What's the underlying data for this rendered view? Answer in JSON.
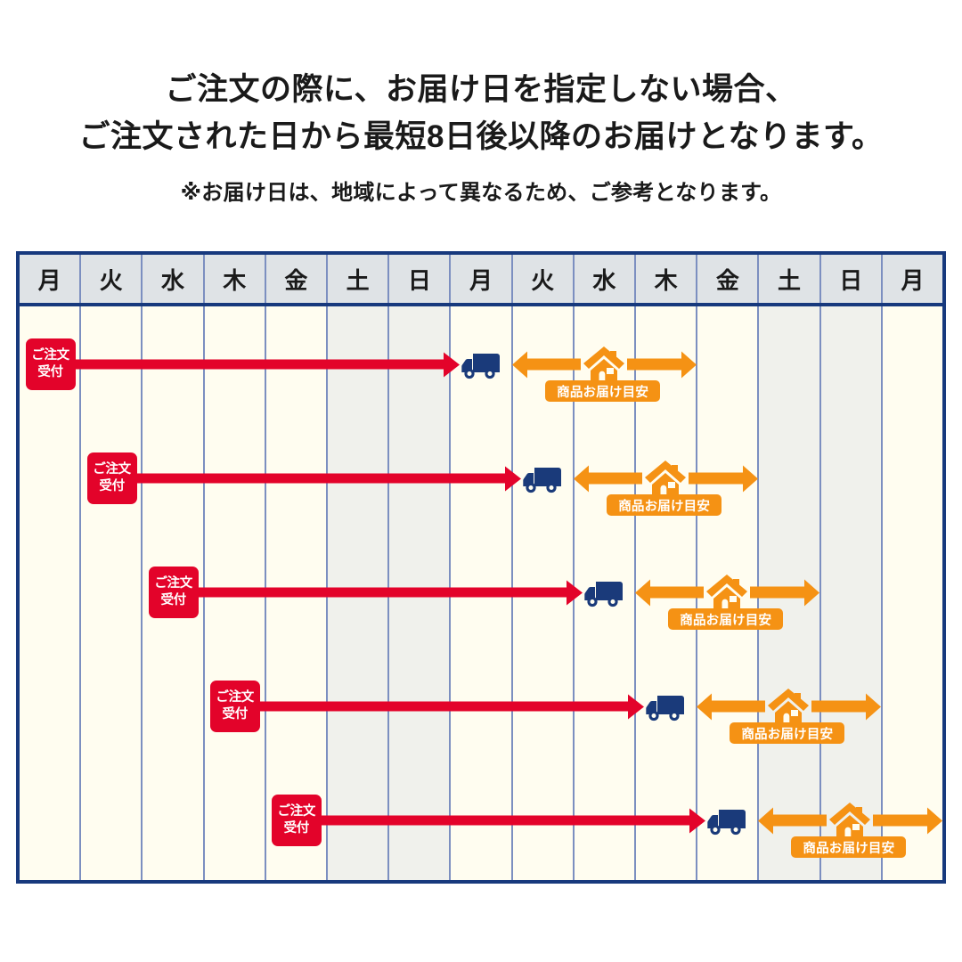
{
  "heading": {
    "line1": "ご注文の際に、お届け日を指定しない場合、",
    "line2": "ご注文された日から最短8日後以降のお届けとなります。",
    "note": "※お届け日は、地域によって異なるため、ご参考となります。"
  },
  "colors": {
    "frame_border": "#17397d",
    "header_bg": "#dfe3e6",
    "grid_line": "#7c8fc0",
    "weekday_bg": "#fffdf0",
    "weekend_bg": "#f0f1ec",
    "order_badge": "#e3032a",
    "truck": "#1a3a7a",
    "delivery_orange": "#f59214"
  },
  "calendar": {
    "columns": [
      {
        "index": 0,
        "label": "月",
        "weekend": false
      },
      {
        "index": 1,
        "label": "火",
        "weekend": false
      },
      {
        "index": 2,
        "label": "水",
        "weekend": false
      },
      {
        "index": 3,
        "label": "木",
        "weekend": false
      },
      {
        "index": 4,
        "label": "金",
        "weekend": false
      },
      {
        "index": 5,
        "label": "土",
        "weekend": true
      },
      {
        "index": 6,
        "label": "日",
        "weekend": true
      },
      {
        "index": 7,
        "label": "月",
        "weekend": false
      },
      {
        "index": 8,
        "label": "火",
        "weekend": false
      },
      {
        "index": 9,
        "label": "水",
        "weekend": false
      },
      {
        "index": 10,
        "label": "木",
        "weekend": false
      },
      {
        "index": 11,
        "label": "金",
        "weekend": false
      },
      {
        "index": 12,
        "label": "土",
        "weekend": true
      },
      {
        "index": 13,
        "label": "日",
        "weekend": true
      },
      {
        "index": 14,
        "label": "月",
        "weekend": false
      }
    ],
    "labels": {
      "order_badge": "ご注文\n受付",
      "order_badge_line1": "ご注文",
      "order_badge_line2": "受付",
      "delivery_pill": "商品お届け目安",
      "truck_icon": "delivery-truck-icon",
      "house_icon": "house-icon"
    },
    "rows": [
      {
        "row": 1,
        "order_column": 0,
        "truck_column": 7,
        "house_column": 9,
        "delivery_start_column": 8,
        "delivery_end_column": 11
      },
      {
        "row": 2,
        "order_column": 1,
        "truck_column": 8,
        "house_column": 10,
        "delivery_start_column": 9,
        "delivery_end_column": 12
      },
      {
        "row": 3,
        "order_column": 2,
        "truck_column": 9,
        "house_column": 11,
        "delivery_start_column": 10,
        "delivery_end_column": 13
      },
      {
        "row": 4,
        "order_column": 3,
        "truck_column": 10,
        "house_column": 12,
        "delivery_start_column": 11,
        "delivery_end_column": 14
      },
      {
        "row": 5,
        "order_column": 4,
        "truck_column": 11,
        "house_column": 13,
        "delivery_start_column": 12,
        "delivery_end_column": 15
      }
    ]
  }
}
